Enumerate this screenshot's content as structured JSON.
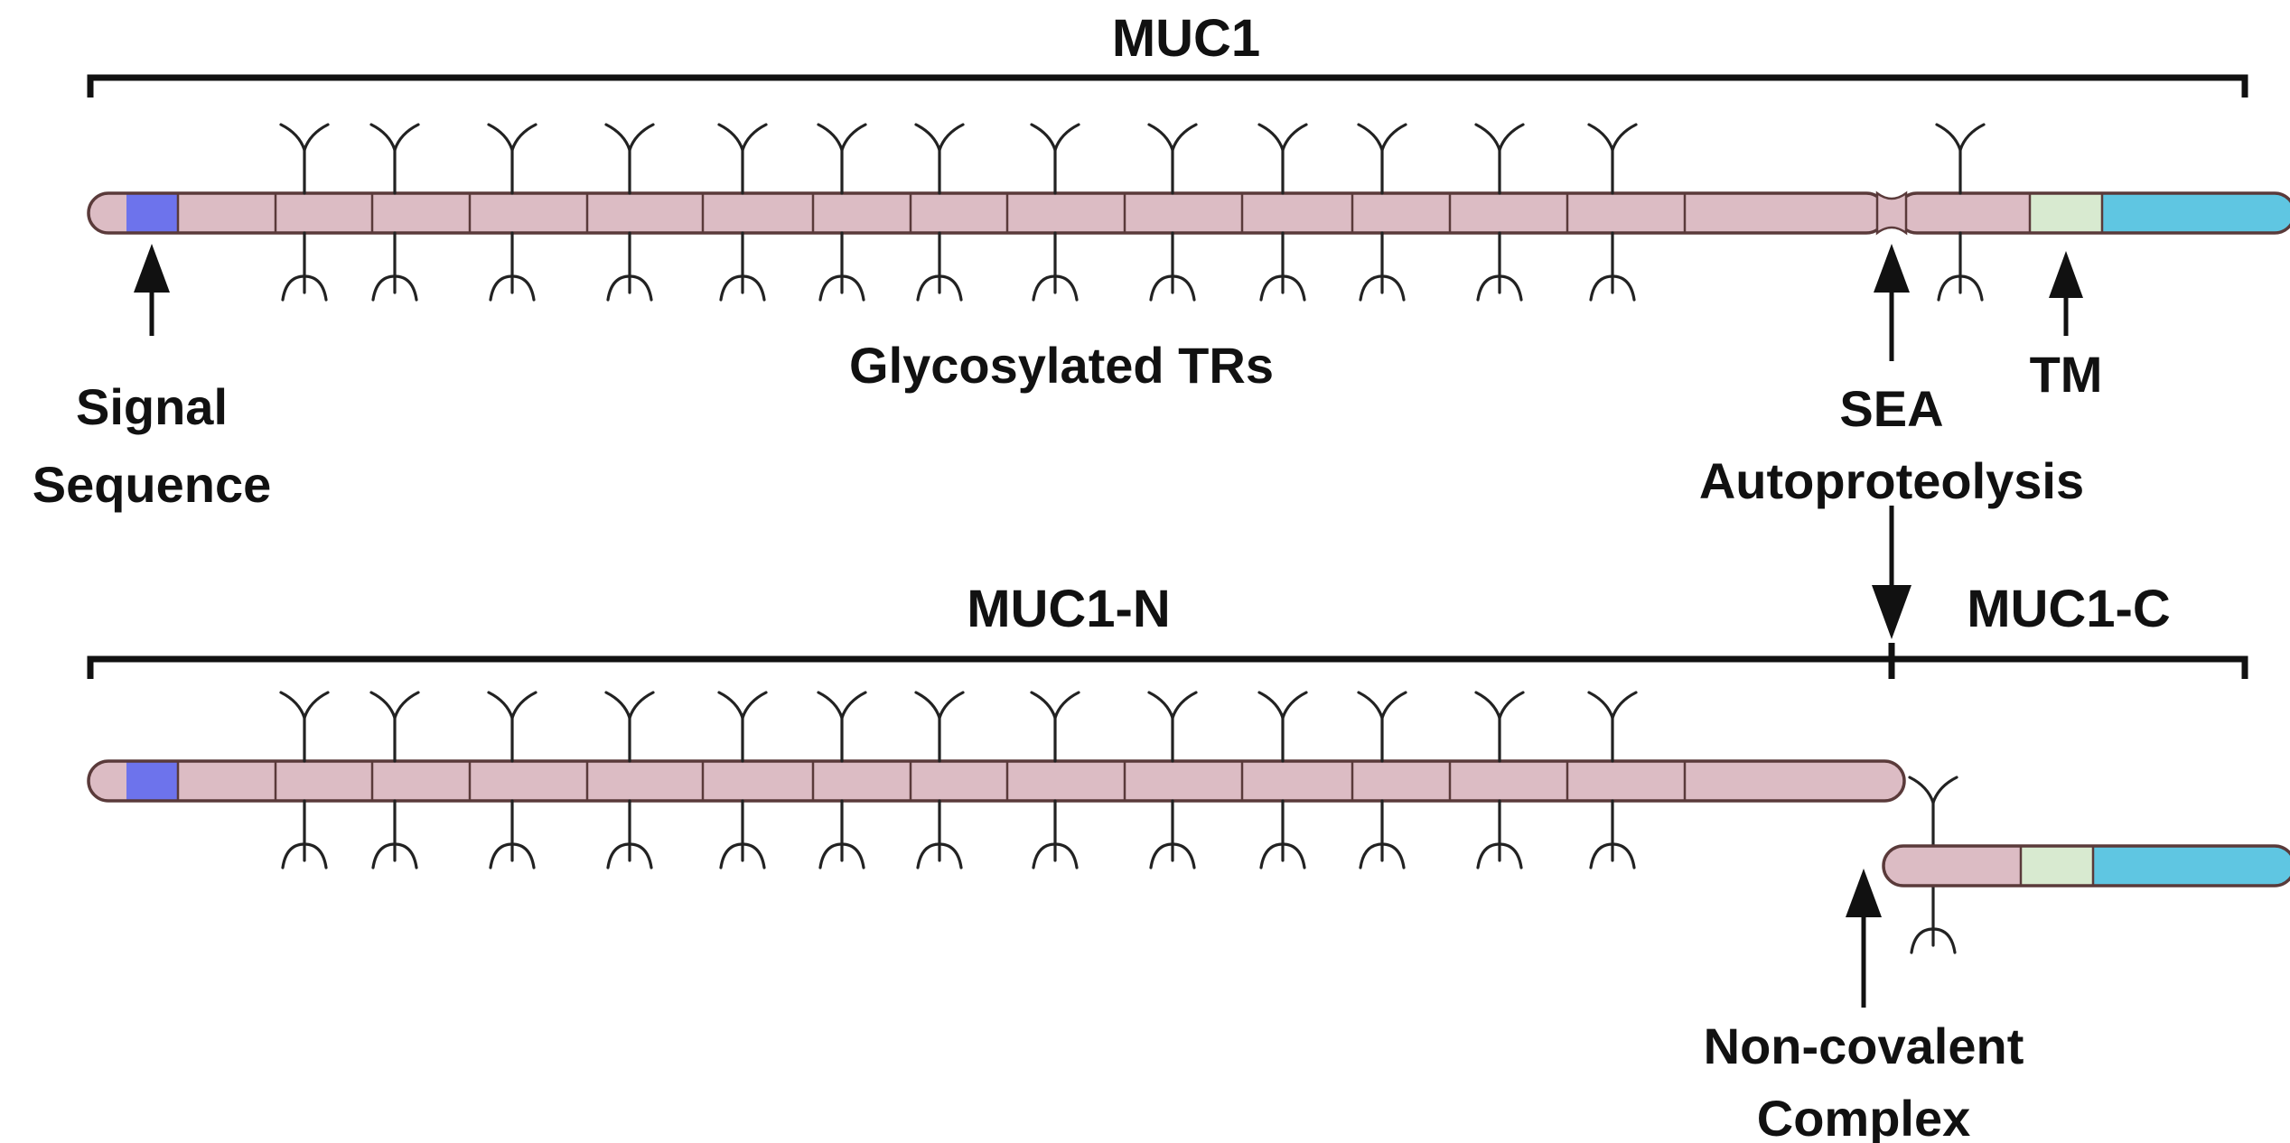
{
  "labels": {
    "muc1": "MUC1",
    "signal_line1": "Signal",
    "signal_line2": "Sequence",
    "glycosylated": "Glycosylated TRs",
    "sea_line1": "SEA",
    "sea_line2": "Autoproteolysis",
    "tm": "TM",
    "muc1_n": "MUC1-N",
    "muc1_c": "MUC1-C",
    "noncov_line1": "Non-covalent",
    "noncov_line2": "Complex"
  },
  "colors": {
    "background": "#ffffff",
    "tandem_repeat": "#dcbcc4",
    "signal_sequence": "#6d73ec",
    "transmembrane": "#d8ead0",
    "cytoplasmic_tail": "#5fc6e2",
    "outline": "#5a3a3a",
    "ink": "#111111"
  },
  "protein": {
    "tandem_repeat_count": 13,
    "glycans_per_side": 13,
    "muc1_c_glycans": 1
  }
}
